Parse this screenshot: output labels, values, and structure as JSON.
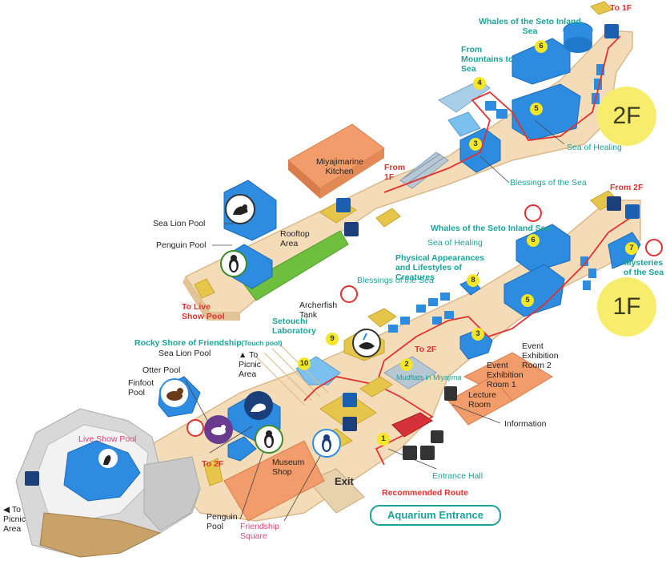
{
  "floors": {
    "second": "2F",
    "first": "1F"
  },
  "exhibits_2f": [
    {
      "num": "3",
      "name": "Blessings of the Sea"
    },
    {
      "num": "4",
      "name": "From Mountains to Sea"
    },
    {
      "num": "5",
      "name": "Sea of Healing"
    },
    {
      "num": "6",
      "name": "Whales of the Seto Inland Sea"
    }
  ],
  "exhibits_1f": [
    {
      "num": "1",
      "name": "Entrance Hall"
    },
    {
      "num": "2",
      "name": "Mudflats in Miyajima"
    },
    {
      "num": "3",
      "name": "Blessings of the Sea"
    },
    {
      "num": "5",
      "name": "Sea of Healing"
    },
    {
      "num": "6",
      "name": "Whales of the Seto Inland Sea"
    },
    {
      "num": "7",
      "name": "Mysteries of the Sea"
    },
    {
      "num": "8",
      "name": "Physical Appearances and Lifestyles of Creatures"
    },
    {
      "num": "9",
      "name": "Setouchi Laboratory"
    },
    {
      "num": "10",
      "name": "Rocky Shore of Friendship (Touch pool)"
    }
  ],
  "labels": {
    "whales_2f": "Whales of the Seto Inland Sea",
    "mountains_2f": "From Mountains to Sea",
    "healing_2f": "Sea of Healing",
    "blessings_2f": "Blessings of the Sea",
    "to_1f": "To 1F",
    "from_1f": "From 1F",
    "kitchen": "Miyajimarine Kitchen",
    "rooftop": "Rooftop Area",
    "sea_lion_pool_top": "Sea Lion Pool",
    "penguin_pool_top": "Penguin Pool",
    "to_live_show_pool": "To Live Show Pool",
    "from_2f": "From 2F",
    "whales_1f": "Whales of the Seto Inland Sea",
    "healing_1f": "Sea of Healing",
    "physical": "Physical Appearances and Lifestyles of Creatures",
    "blessings_1f": "Blessings of the Sea",
    "mysteries": "Mysteries of the Sea",
    "archerfish": "Archerfish Tank",
    "setouchi": "Setouchi Laboratory",
    "rocky_shore": "Rocky Shore of Friendship",
    "touch_pool": "(Touch pool)",
    "sea_lion_pool": "Sea Lion Pool",
    "to_picnic_area": "To Picnic Area",
    "otter_pool": "Otter Pool",
    "finfoot_pool": "Finfoot Pool",
    "to_2f_upper": "To 2F",
    "mudflats": "Mudflats in Miyajima",
    "event_room_2": "Event Exhibition Room 2",
    "event_room_1": "Event Exhibition Room 1",
    "lecture_room": "Lecture Room",
    "information": "Information",
    "live_show_pool": "Live Show Pool",
    "to_2f_lower": "To 2F",
    "museum_shop": "Museum Shop",
    "exit": "Exit",
    "entrance_hall": "Entrance Hall",
    "recommended_route": "Recommended Route",
    "aquarium_entrance": "Aquarium Entrance",
    "penguin_pool": "Penguin Pool",
    "friendship_square": "Friendship Square",
    "to_picnic_area_left": "To Picnic Area"
  },
  "colors": {
    "floor": "#f4dcb8",
    "floor_edge": "#d9b98c",
    "water": "#2d8be0",
    "water_light": "#7cc0ef",
    "route": "#e2312e",
    "teal_text": "#1aa39a",
    "number_badge": "#f5e62a",
    "floor_badge": "#f7ec6b",
    "room_orange": "#f29c6b",
    "grass": "#6fbf3f"
  }
}
